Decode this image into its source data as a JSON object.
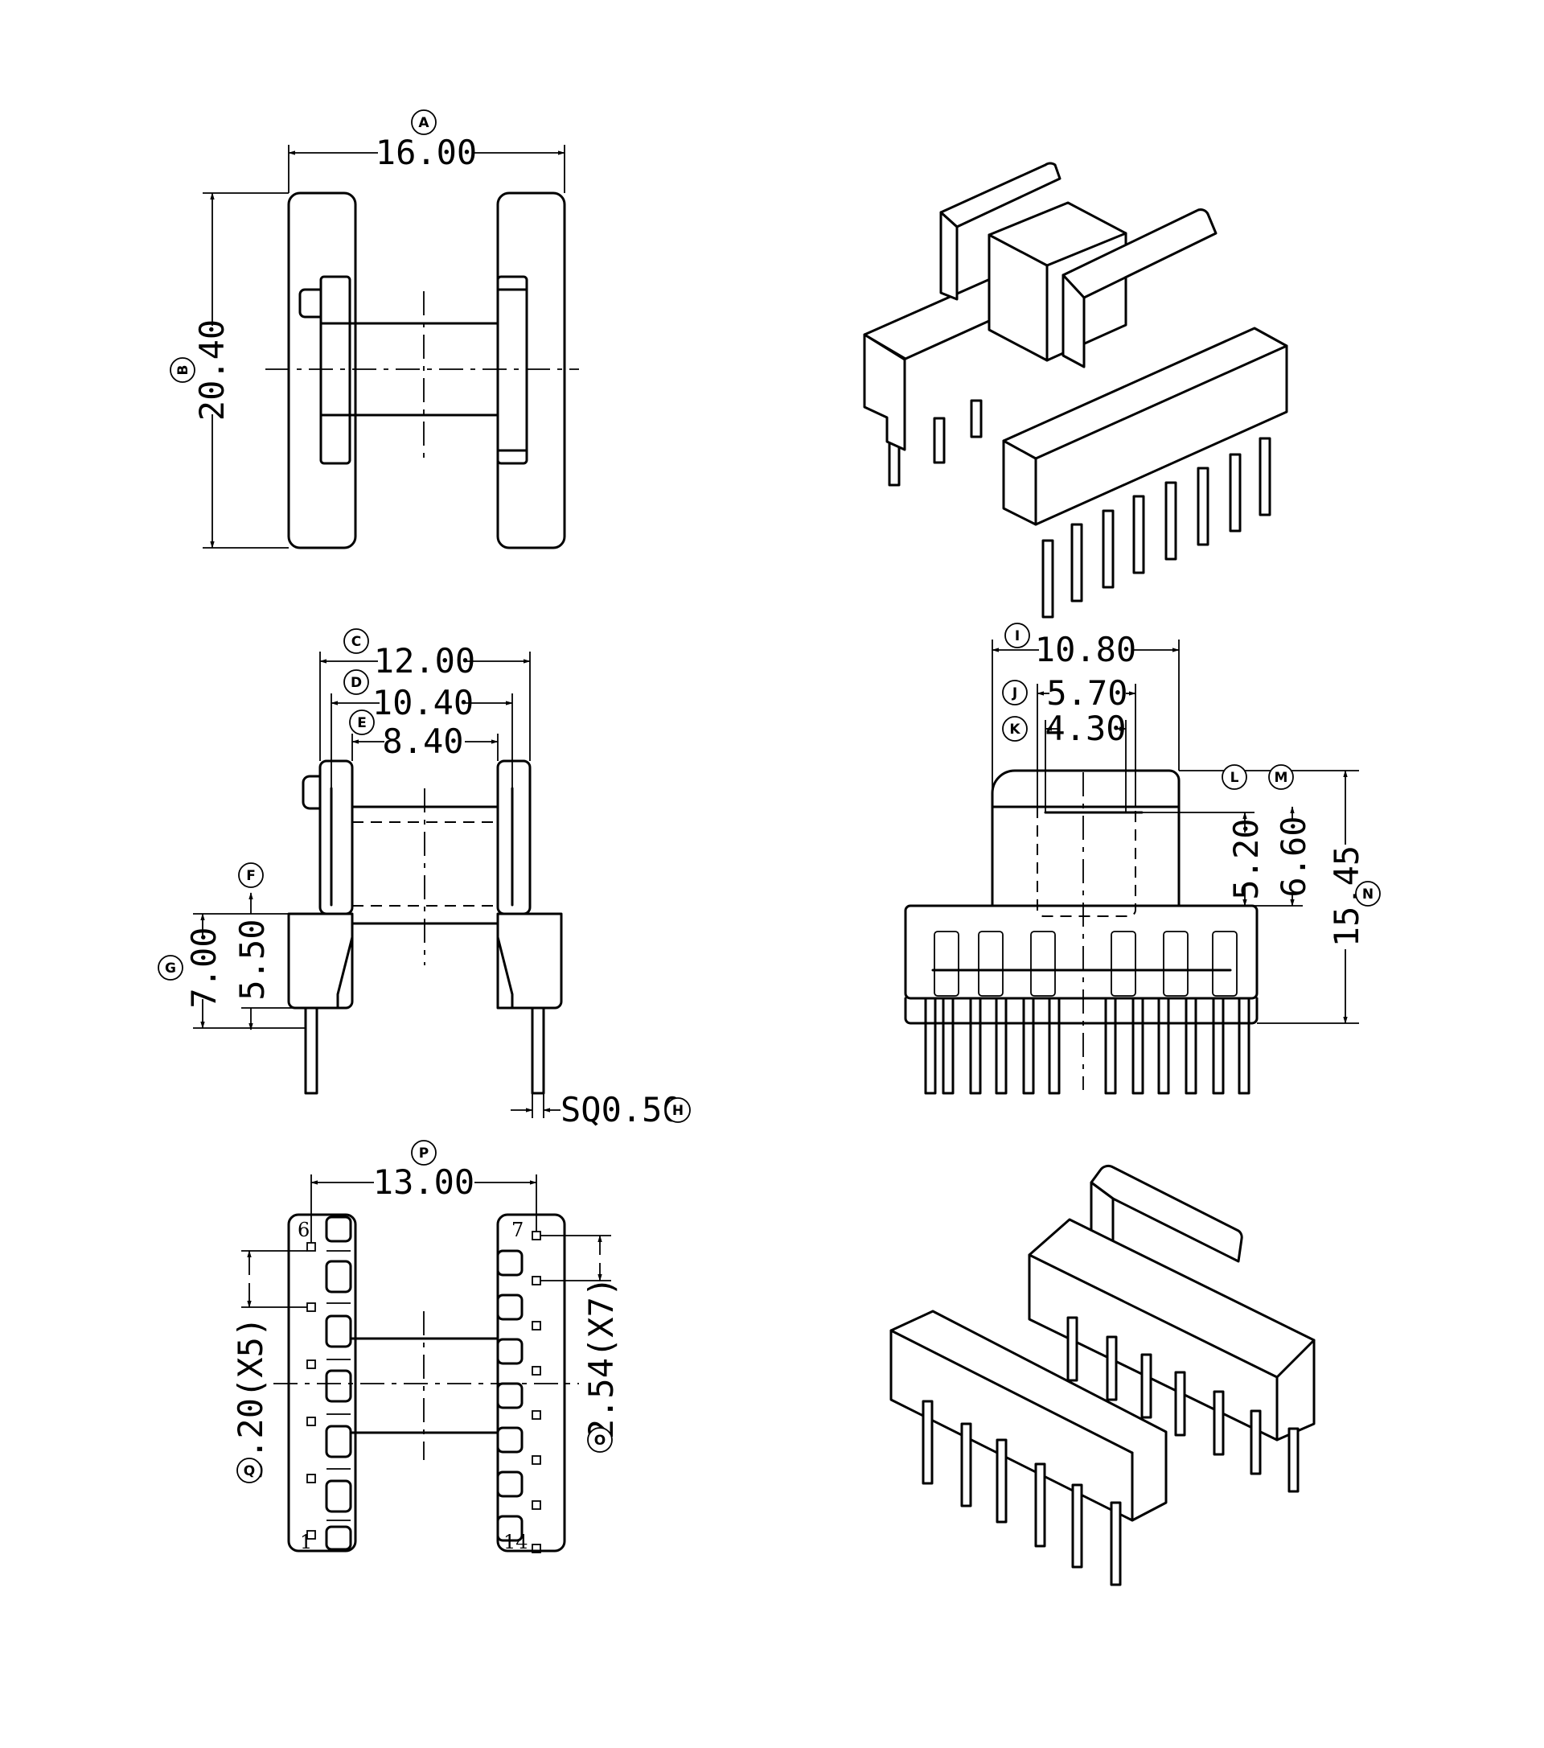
{
  "top_view": {
    "dims": [
      {
        "id": "A",
        "value": "16.00"
      },
      {
        "id": "B",
        "value": "20.40"
      }
    ]
  },
  "front_view": {
    "dims": [
      {
        "id": "C",
        "value": "12.00"
      },
      {
        "id": "D",
        "value": "10.40"
      },
      {
        "id": "E",
        "value": "8.40"
      },
      {
        "id": "F",
        "value": "5.50"
      },
      {
        "id": "G",
        "value": "7.00"
      },
      {
        "id": "H",
        "value": "SQ0.50"
      }
    ]
  },
  "side_view": {
    "dims": [
      {
        "id": "I",
        "value": "10.80"
      },
      {
        "id": "J",
        "value": "5.70"
      },
      {
        "id": "K",
        "value": "4.30"
      },
      {
        "id": "L",
        "value": "5.20"
      },
      {
        "id": "M",
        "value": "6.60"
      },
      {
        "id": "N",
        "value": "15.45"
      }
    ]
  },
  "bottom_view": {
    "dims": [
      {
        "id": "P",
        "value": "13.00"
      },
      {
        "id": "Q",
        "value": "3.20(X5)"
      },
      {
        "id": "O",
        "value": "2.54(X7)"
      }
    ],
    "pin_labels": [
      "6",
      "7",
      "1",
      "14"
    ]
  }
}
